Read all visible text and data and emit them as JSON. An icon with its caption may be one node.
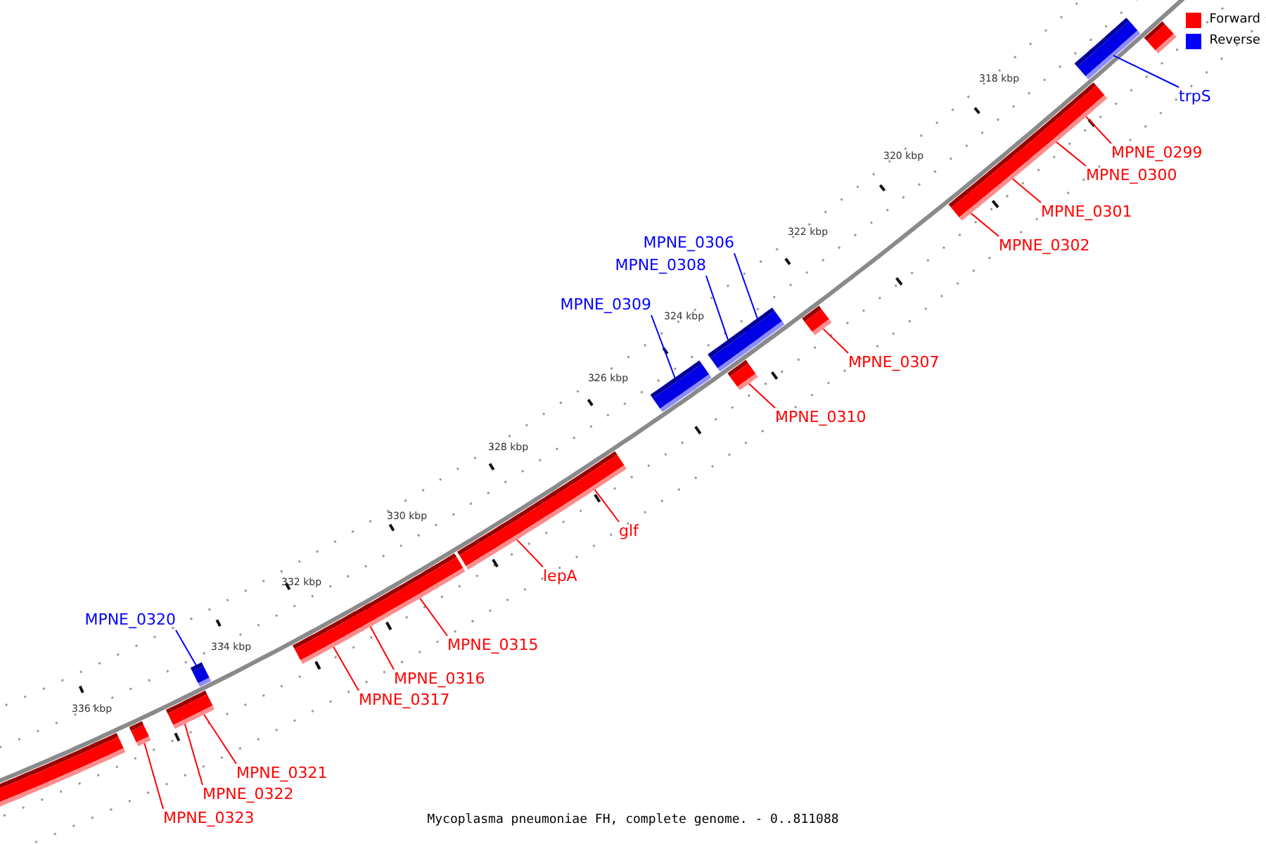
{
  "diagram": {
    "caption": "Mycoplasma pneumoniae FH, complete genome. - 0..811088",
    "nodes": [
      {
        "text": [],
        "shape": "bar"
      },
      {
        "text": [],
        "shape": "bar"
      },
      {
        "text": [
          "trpS"
        ]
      },
      {
        "text": [],
        "shape": "bar"
      },
      {
        "text": [
          "MPNE_0299"
        ]
      },
      {
        "text": [],
        "shape": "bar"
      },
      {
        "text": [
          "MPNE_0300"
        ]
      },
      {
        "text": [],
        "shape": "bar"
      },
      {
        "text": [
          "MPNE_0301"
        ]
      },
      {
        "text": [],
        "shape": "bar"
      },
      {
        "text": [
          "MPNE_0302"
        ]
      },
      {
        "text": [
          "MPNE_0306"
        ]
      },
      {
        "text": [],
        "shape": "bar"
      },
      {
        "text": [
          "MPNE_0308"
        ]
      },
      {
        "text": [],
        "shape": "bar"
      },
      {
        "text": [
          "MPNE_0309"
        ]
      },
      {
        "text": [],
        "shape": "bar"
      },
      {
        "text": [],
        "shape": "bar"
      },
      {
        "text": [
          "MPNE_0307"
        ]
      },
      {
        "text": [],
        "shape": "bar"
      },
      {
        "text": [
          "MPNE_0310"
        ]
      },
      {
        "text": [],
        "shape": "bar"
      },
      {
        "text": [
          "glf"
        ]
      },
      {
        "text": [],
        "shape": "bar"
      },
      {
        "text": [
          "lepA"
        ]
      },
      {
        "text": [],
        "shape": "bar"
      },
      {
        "text": [
          "MPNE_0315"
        ]
      },
      {
        "text": [],
        "shape": "bar"
      },
      {
        "text": [
          "MPNE_0316"
        ]
      },
      {
        "text": [],
        "shape": "bar"
      },
      {
        "text": [
          "MPNE_0317"
        ]
      },
      {
        "text": [
          "MPNE_0320"
        ]
      },
      {
        "text": [],
        "shape": "bar"
      },
      {
        "text": [],
        "shape": "bar"
      },
      {
        "text": [
          "MPNE_0321"
        ]
      },
      {
        "text": [],
        "shape": "bar"
      },
      {
        "text": [
          "MPNE_0322"
        ]
      },
      {
        "text": [],
        "shape": "bar"
      },
      {
        "text": [
          "MPNE_0323"
        ]
      },
      {
        "text": [],
        "shape": "bar"
      }
    ],
    "edges": [
      {
        "from": 2,
        "to": 1,
        "arrow": "none",
        "color": "#0000ff"
      },
      {
        "from": 4,
        "to": 3,
        "arrow": "none"
      },
      {
        "from": 6,
        "to": 5,
        "arrow": "none"
      },
      {
        "from": 8,
        "to": 7,
        "arrow": "none"
      },
      {
        "from": 10,
        "to": 9,
        "arrow": "none"
      },
      {
        "from": 11,
        "to": 12,
        "arrow": "none",
        "color": "#0000ff"
      },
      {
        "from": 13,
        "to": 14,
        "arrow": "none",
        "color": "#0000ff"
      },
      {
        "from": 15,
        "to": 16,
        "arrow": "none",
        "color": "#0000ff"
      },
      {
        "from": 18,
        "to": 17,
        "arrow": "none"
      },
      {
        "from": 20,
        "to": 19,
        "arrow": "none"
      },
      {
        "from": 22,
        "to": 21,
        "arrow": "none"
      },
      {
        "from": 24,
        "to": 23,
        "arrow": "none"
      },
      {
        "from": 26,
        "to": 25,
        "arrow": "none"
      },
      {
        "from": 28,
        "to": 27,
        "arrow": "none"
      },
      {
        "from": 30,
        "to": 29,
        "arrow": "none"
      },
      {
        "from": 31,
        "to": 32,
        "arrow": "none",
        "color": "#0000ff"
      },
      {
        "from": 34,
        "to": 33,
        "arrow": "none"
      },
      {
        "from": 36,
        "to": 35,
        "arrow": "none"
      },
      {
        "from": 38,
        "to": 37,
        "arrow": "none"
      }
    ],
    "labels": [
      "318 kbp",
      "320 kbp",
      "322 kbp",
      "324 kbp",
      "326 kbp",
      "328 kbp",
      "330 kbp",
      "332 kbp",
      "334 kbp",
      "336 kbp"
    ],
    "legend": [
      {
        "text": "Forward",
        "color": "#ff0000"
      },
      {
        "text": "Reverse",
        "color": "#0000ff"
      }
    ]
  }
}
